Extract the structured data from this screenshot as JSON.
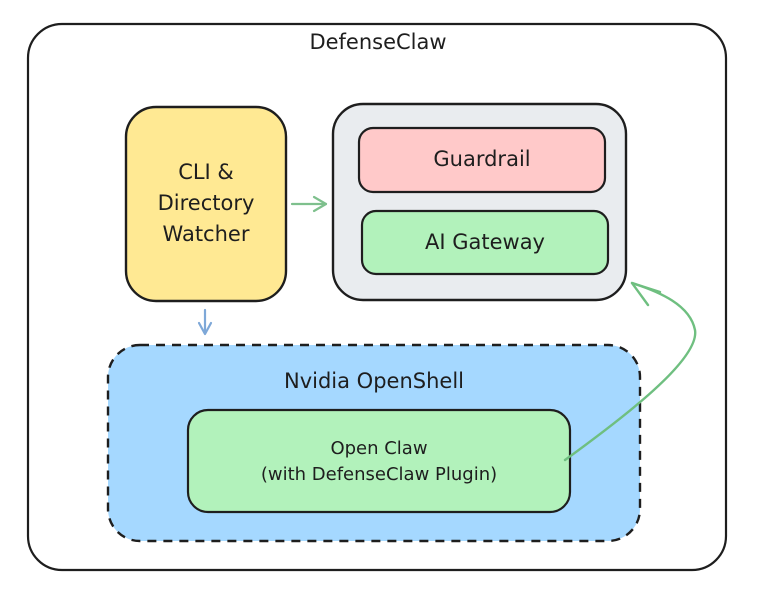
{
  "diagram": {
    "title": "DefenseClaw",
    "nodes": {
      "cli_watcher": {
        "label": "CLI &\nDirectory\nWatcher",
        "fill": "#ffe993"
      },
      "gateway_group": {
        "fill": "#e9ecef"
      },
      "guardrail": {
        "label": "Guardrail",
        "fill": "#ffc9c9"
      },
      "ai_gateway": {
        "label": "AI Gateway",
        "fill": "#b2f2bb"
      },
      "openshell": {
        "label": "Nvidia OpenShell",
        "fill": "#a5d8ff",
        "border_style": "dashed"
      },
      "openclaw": {
        "label": "Open Claw\n(with DefenseClaw Plugin)",
        "fill": "#b2f2bb"
      }
    },
    "edges": [
      {
        "from": "cli_watcher",
        "to": "gateway_group",
        "color": "#7ec08d"
      },
      {
        "from": "cli_watcher",
        "to": "openshell",
        "color": "#7ea8d8"
      },
      {
        "from": "openclaw",
        "to": "gateway_group",
        "color": "#6fbf80"
      }
    ],
    "colors": {
      "stroke": "#1e1e1e",
      "background": "#ffffff"
    }
  }
}
